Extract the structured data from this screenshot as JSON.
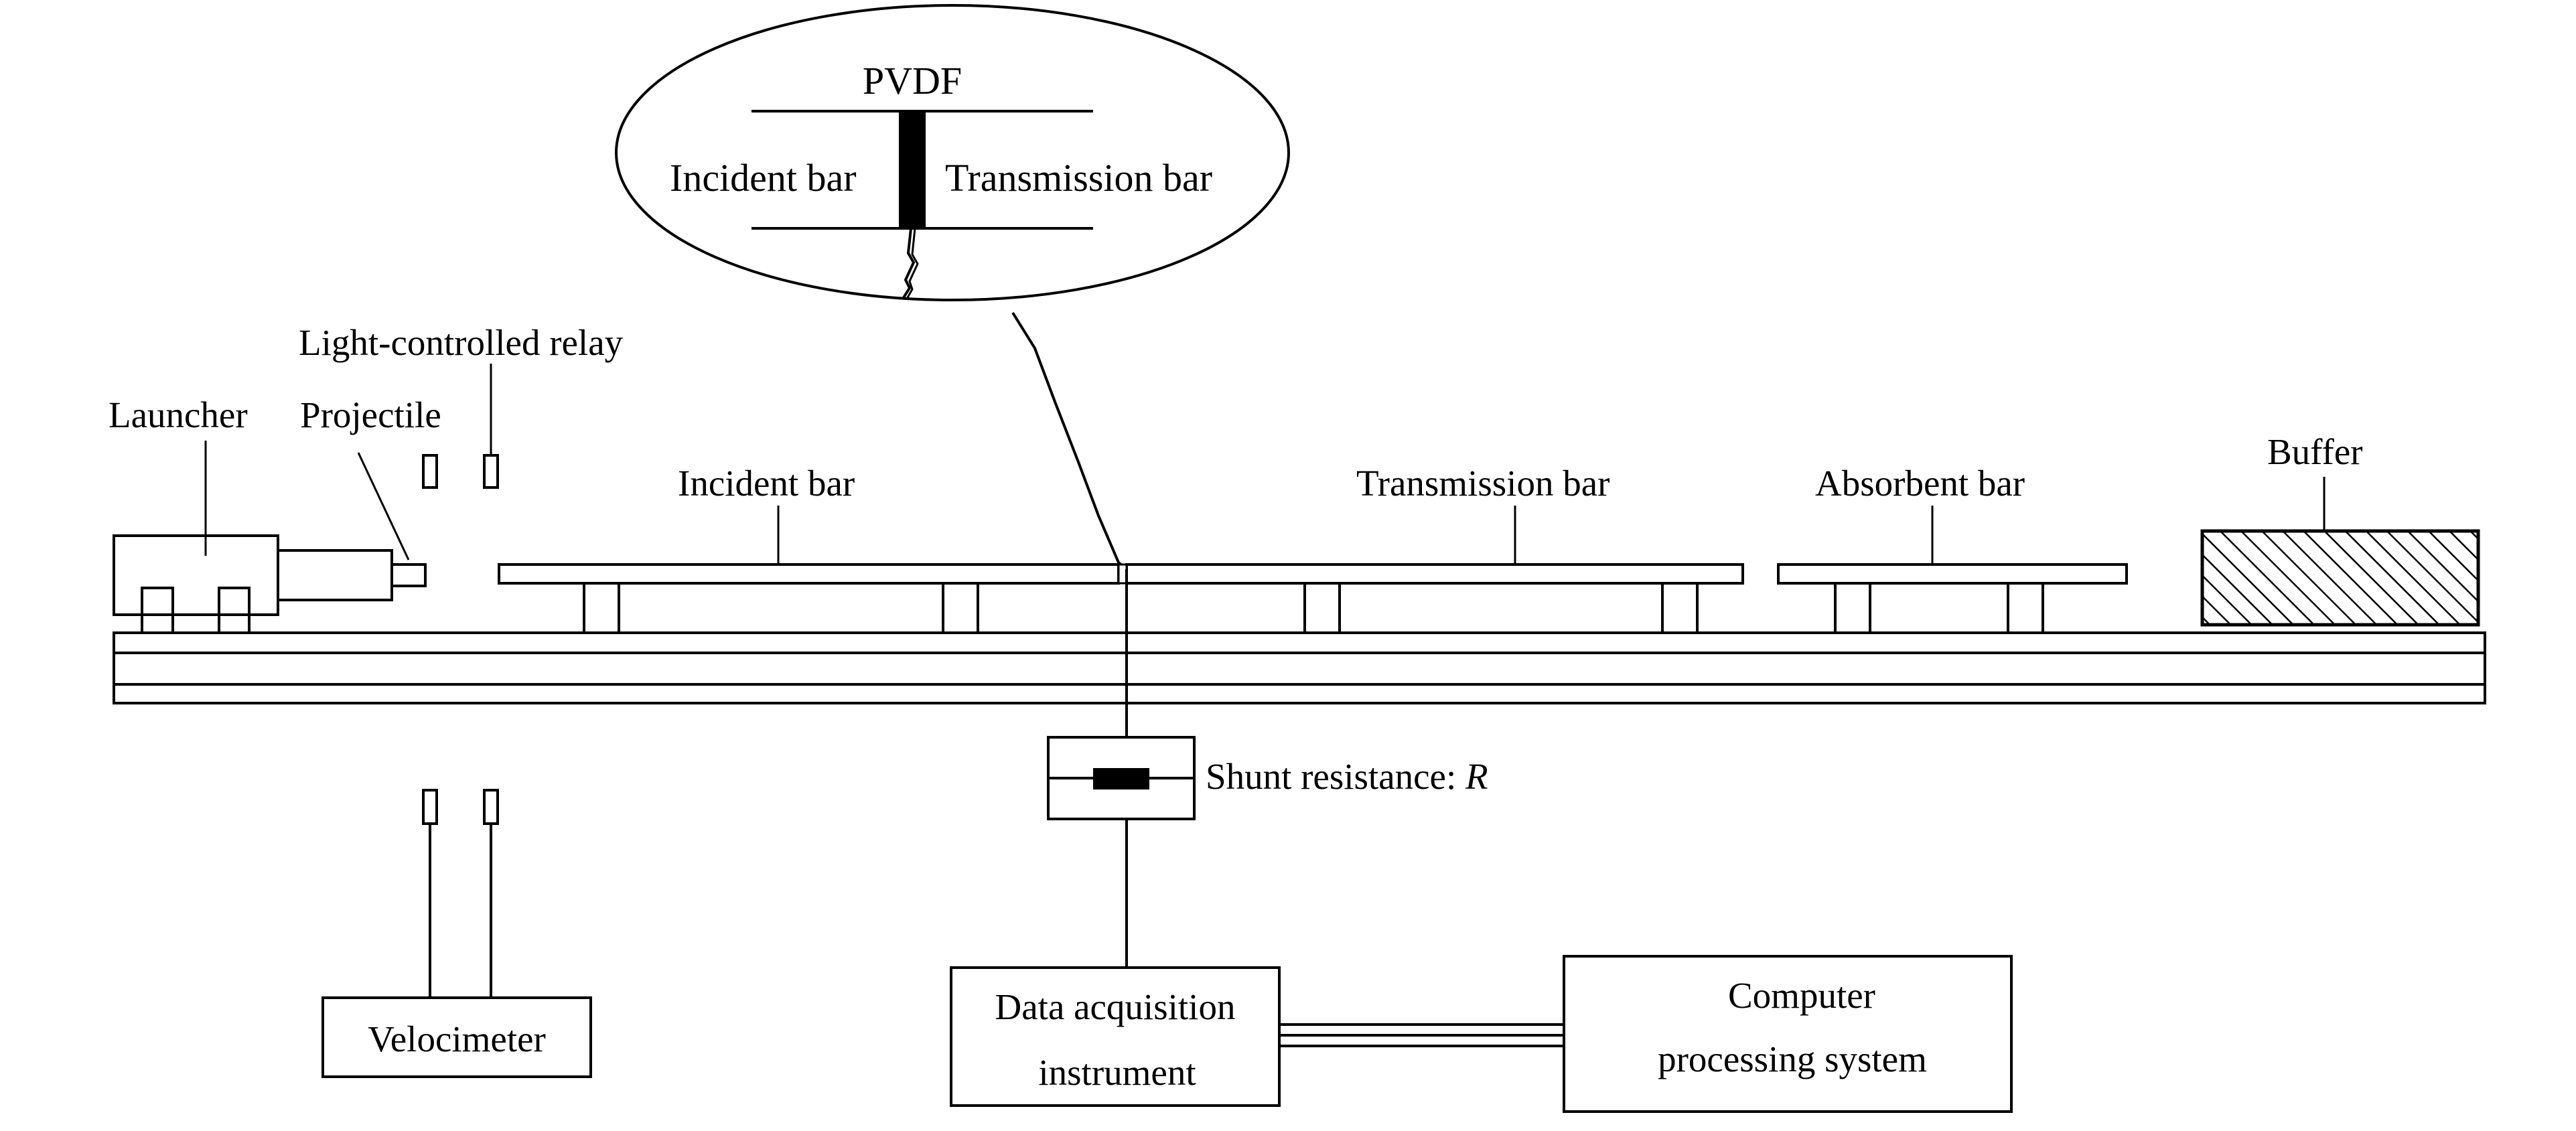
{
  "inset": {
    "pvdf_label": "PVDF",
    "left_label": "Incident bar",
    "right_label": "Transmission bar"
  },
  "labels": {
    "light_controlled_relay": "Light-controlled relay",
    "launcher": "Launcher",
    "projectile": "Projectile",
    "incident_bar": "Incident bar",
    "transmission_bar": "Transmission bar",
    "absorbent_bar": "Absorbent bar",
    "buffer": "Buffer",
    "shunt_resistance": "Shunt resistance: ",
    "shunt_symbol": "R"
  },
  "boxes": {
    "velocimeter": "Velocimeter",
    "daq_line1": "Data acquisition",
    "daq_line2": "instrument",
    "computer_line1": "Computer",
    "computer_line2": "processing system"
  },
  "colors": {
    "stroke": "#000000",
    "background": "#ffffff"
  }
}
